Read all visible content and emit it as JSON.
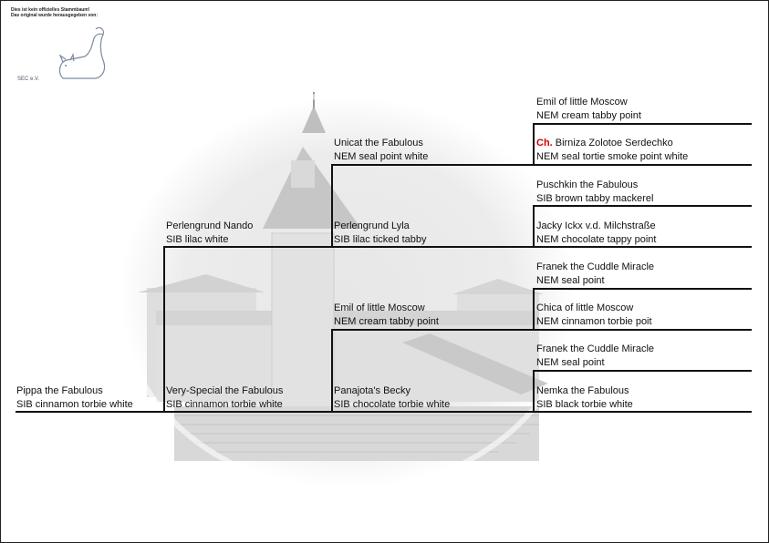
{
  "header": {
    "disclaimer_line1": "Dies ist kein offizielles Stammbaum!",
    "disclaimer_line2": "Das original wurde herausgegeben von:",
    "logo_text": "SEC e.V."
  },
  "pedigree": {
    "subject": {
      "name": "Pippa the Fabulous",
      "breed": "SIB cinnamon torbie white"
    },
    "parents": [
      {
        "name": "Perlengrund Nando",
        "breed": "SIB lilac white"
      },
      {
        "name": "Very-Special the Fabulous",
        "breed": "SIB cinnamon torbie white"
      }
    ],
    "grandparents": [
      {
        "name": "Unicat the Fabulous",
        "breed": "NEM seal point white"
      },
      {
        "name": "Perlengrund Lyla",
        "breed": "SIB lilac ticked tabby"
      },
      {
        "name": "Emil of little Moscow",
        "breed": "NEM cream tabby point"
      },
      {
        "name": "Panajota's Becky",
        "breed": "SIB chocolate torbie white"
      }
    ],
    "great_grandparents": [
      {
        "name": "Emil of little Moscow",
        "breed": "NEM cream tabby point"
      },
      {
        "prefix": "Ch.",
        "name": "Birniza Zolotoe Serdechko",
        "breed": "NEM seal tortie smoke point white"
      },
      {
        "name": "Puschkin the Fabulous",
        "breed": "SIB brown tabby mackerel"
      },
      {
        "name": "Jacky Ickx v.d. Milchstraße",
        "breed": "NEM chocolate tappy point"
      },
      {
        "name": "Franek the Cuddle Miracle",
        "breed": "NEM seal point"
      },
      {
        "name": "Chica of little Moscow",
        "breed": "NEM cinnamon torbie poit"
      },
      {
        "name": "Franek the Cuddle Miracle",
        "breed": "NEM seal point"
      },
      {
        "name": "Nemka the Fabulous",
        "breed": "SIB black torbie white"
      }
    ]
  }
}
